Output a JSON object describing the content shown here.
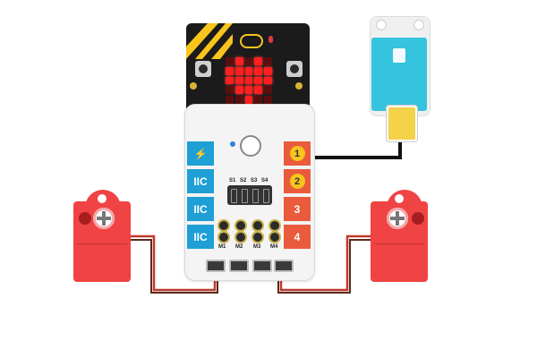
{
  "board": {
    "left_ports": [
      {
        "label": "⚡",
        "icon": "lightning-icon"
      },
      {
        "label": "IIC"
      },
      {
        "label": "IIC"
      },
      {
        "label": "IIC"
      }
    ],
    "right_ports": [
      {
        "label": "1"
      },
      {
        "label": "2"
      },
      {
        "label": "3"
      },
      {
        "label": "4"
      }
    ],
    "switch_labels": [
      "S1",
      "S2",
      "S3",
      "S4"
    ],
    "motor_labels": [
      "M1",
      "M2",
      "M3",
      "M4"
    ]
  },
  "colors": {
    "servo": "#f04343",
    "sensor": "#35c3dd",
    "port_blue": "#1e9fd6",
    "port_red": "#ea5a3c",
    "wire_black": "#111111",
    "wire_red": "#c0392b",
    "wire_brown": "#5a2a1a"
  },
  "microbit": {
    "led_pattern": [
      [
        0,
        1,
        0,
        1,
        0
      ],
      [
        1,
        1,
        1,
        1,
        1
      ],
      [
        1,
        1,
        1,
        1,
        1
      ],
      [
        0,
        1,
        1,
        1,
        0
      ],
      [
        0,
        0,
        1,
        0,
        0
      ]
    ]
  }
}
